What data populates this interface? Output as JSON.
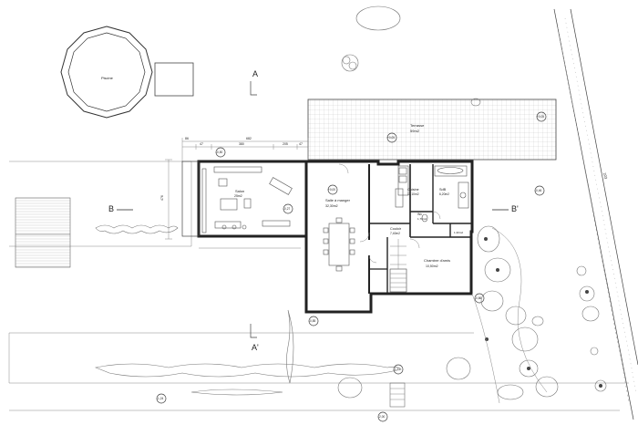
{
  "sections": {
    "a_top": "A",
    "a_bottom": "A'",
    "b_left": "B",
    "b_right": "B'"
  },
  "rooms": {
    "piscine": "Piscine",
    "terrasse": "Terrasse",
    "terrasse_area": "59m2",
    "salon": "Salon",
    "salon_area": "25m2",
    "salle": "Salle à manger",
    "salle_area": "32,30m2",
    "cuisine": "Cuisine",
    "cuisine_area": "11,10m2",
    "sdb": "SdB",
    "sdb_area": "6,20m2",
    "wc": "Wc",
    "wc_area": "1,70m2",
    "couloir": "Couloir",
    "couloir_area": "7,40m2",
    "chambre": "Chambre d'amis",
    "chambre_area": "10,50m2",
    "placard_area": "1,30m2"
  },
  "levels": {
    "terrasse": "+0,05",
    "terrace_east": "+0,05",
    "salon_west": "-0,50",
    "salon": "-0,27",
    "salle": "+0,00",
    "east": "-0,46",
    "garden": "-0,85",
    "south_se": "-0,86",
    "west_low": "-1,24",
    "south_mid": "-1,17",
    "bottom": "-2,00"
  },
  "dims": {
    "total_width": "682",
    "d1": "86",
    "d2": "47",
    "d3": "380",
    "d4": "205",
    "d5": "47",
    "side": "476",
    "road": "223"
  }
}
